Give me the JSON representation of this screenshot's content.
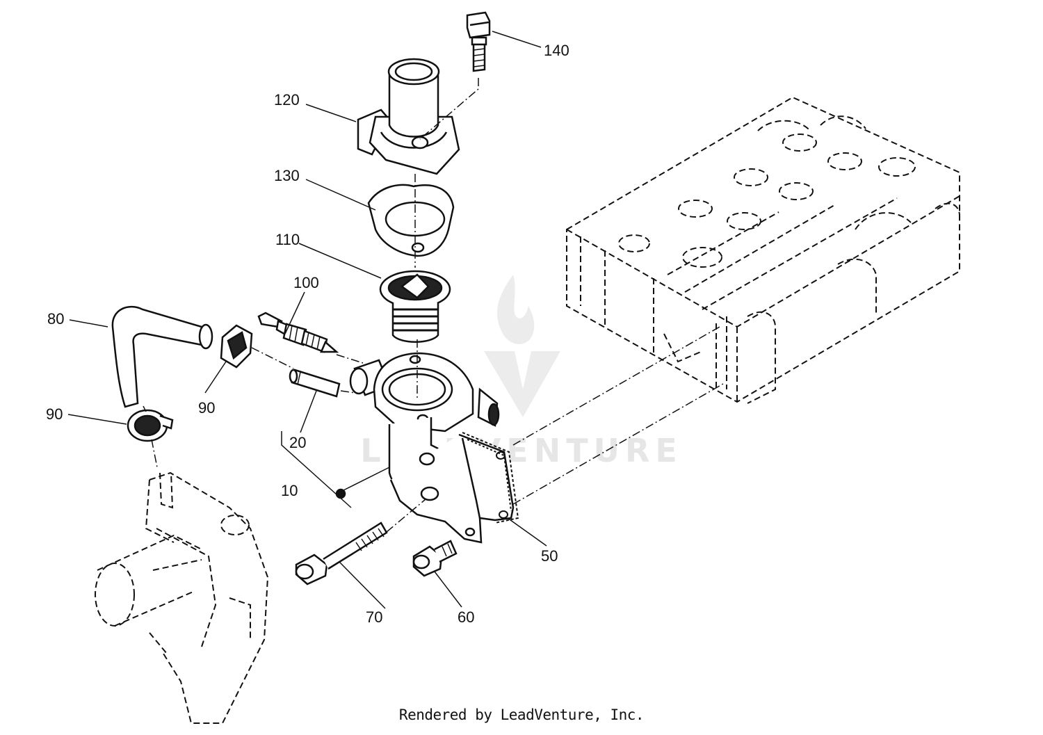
{
  "watermark": {
    "text": "LEADVENTURE",
    "color": "#e6e6e6"
  },
  "callouts": [
    {
      "id": "140",
      "label": "140"
    },
    {
      "id": "120",
      "label": "120"
    },
    {
      "id": "130",
      "label": "130"
    },
    {
      "id": "110",
      "label": "110"
    },
    {
      "id": "100",
      "label": "100"
    },
    {
      "id": "80",
      "label": "80"
    },
    {
      "id": "90a",
      "label": "90"
    },
    {
      "id": "90b",
      "label": "90"
    },
    {
      "id": "20",
      "label": "20"
    },
    {
      "id": "10",
      "label": "10"
    },
    {
      "id": "50",
      "label": "50"
    },
    {
      "id": "70",
      "label": "70"
    },
    {
      "id": "60",
      "label": "60"
    }
  ],
  "footer": {
    "text": "Rendered by LeadVenture, Inc."
  },
  "colors": {
    "ink": "#111111",
    "background": "#ffffff"
  }
}
